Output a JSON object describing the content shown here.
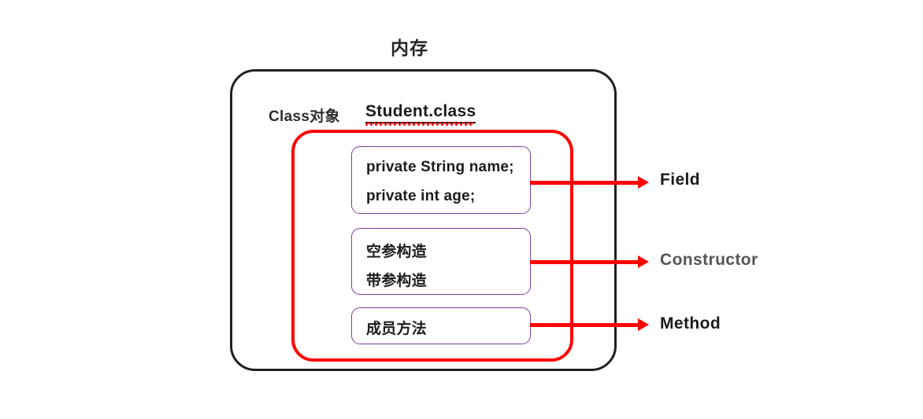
{
  "diagram": {
    "title": "内存",
    "outer_container": {
      "name": "memory-outer-box",
      "stroke_color": "#231f20"
    },
    "header": {
      "class_object_label": "Class对象",
      "class_file_label": "Student.class"
    },
    "red_container": {
      "name": "class-object-red-box",
      "stroke_color": "#fe0000"
    },
    "member_boxes": [
      {
        "id": "field",
        "border_color": "#7b3fa0",
        "lines": [
          "private String name;",
          "private int age;"
        ]
      },
      {
        "id": "constructor",
        "border_color": "#7b3fa0",
        "lines": [
          "空参构造",
          "带参构造"
        ]
      },
      {
        "id": "method",
        "border_color": "#7b3fa0",
        "lines": [
          "成员方法"
        ]
      }
    ],
    "callouts": [
      {
        "id": "field",
        "label": "Field",
        "color": "#1a1a1a",
        "arrow_color": "#fe0000"
      },
      {
        "id": "constructor",
        "label": "Constructor",
        "color": "#555555",
        "arrow_color": "#fe0000"
      },
      {
        "id": "method",
        "label": "Method",
        "color": "#1a1a1a",
        "arrow_color": "#fe0000"
      }
    ],
    "spellcheck_underlines": [
      "Student.class",
      "int"
    ]
  }
}
